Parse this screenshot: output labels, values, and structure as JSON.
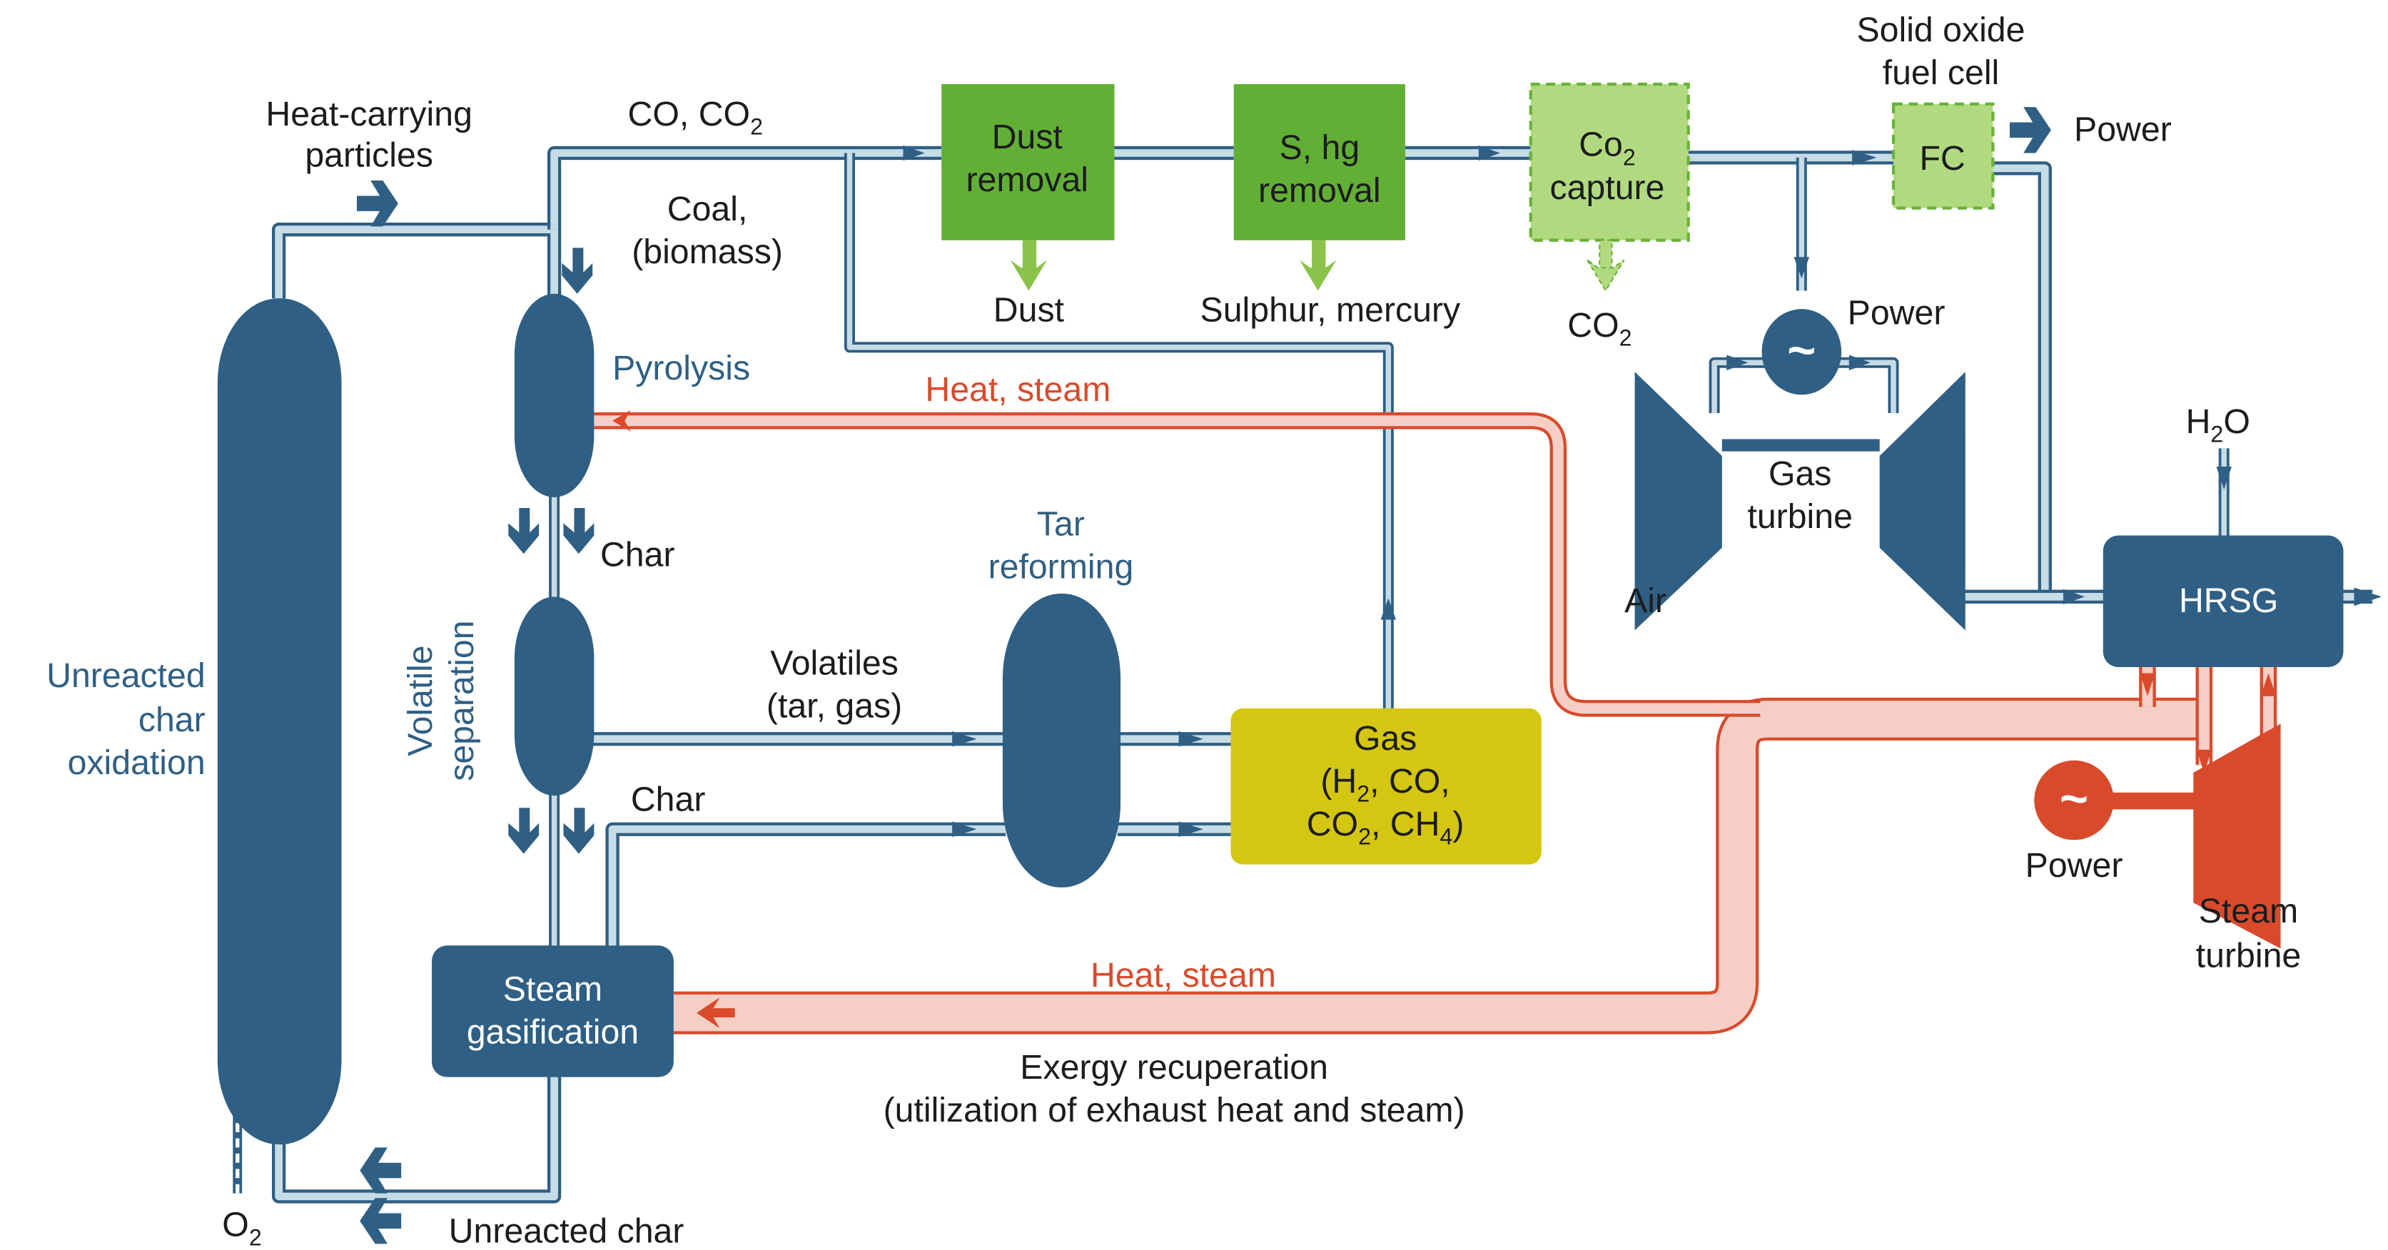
{
  "colors": {
    "process_blue": "#2f5f84",
    "pipe_fill": "#c6dce6",
    "cleaning_green": "#62af36",
    "optional_green": "#b1da80",
    "optional_green_border": "#6ab23a",
    "output_arrow_green": "#8bc34a",
    "gas_yellow": "#d4c611",
    "heat_red": "#d94a2b",
    "heat_pink": "#f5cfc6",
    "text_dark": "#1c1c1c"
  },
  "labels": {
    "heat_carrying": [
      "Heat-carrying",
      "particles"
    ],
    "co_co2": {
      "main": "CO, CO",
      "sub": "2"
    },
    "coal": [
      "Coal,",
      "(biomass)"
    ],
    "pyrolysis": "Pyrolysis",
    "char_top": "Char",
    "char_bottom": "Char",
    "volatile_separation": [
      "Volatile",
      "separation"
    ],
    "unreacted_char_oxidation": [
      "Unreacted",
      "char",
      "oxidation"
    ],
    "tar_reforming": [
      "Tar",
      "reforming"
    ],
    "volatiles": [
      "Volatiles",
      "(tar, gas)"
    ],
    "gas_box": {
      "line1": "Gas",
      "line2_pre": "(H",
      "line2_sub": "2",
      "line2_post": ", CO,",
      "line3_pre": "CO",
      "line3_sub": "2",
      "line3_mid": ", CH",
      "line3_sub2": "4",
      "line3_post": ")"
    },
    "steam_gasification": [
      "Steam",
      "gasification"
    ],
    "unreacted_char": "Unreacted char",
    "o2": {
      "main": "O",
      "sub": "2"
    },
    "heat_steam_top": "Heat, steam",
    "heat_steam_bottom": "Heat, steam",
    "exergy": [
      "Exergy recuperation",
      "(utilization of exhaust heat and steam)"
    ],
    "dust_removal": [
      "Dust",
      "removal"
    ],
    "dust": "Dust",
    "s_hg_removal": [
      "S, hg",
      "removal"
    ],
    "sulphur_mercury": "Sulphur, mercury",
    "co2_capture": {
      "line1_pre": "Co",
      "line1_sub": "2",
      "line2": "capture"
    },
    "co2_out": {
      "main": "CO",
      "sub": "2"
    },
    "sofc": [
      "Solid oxide",
      "fuel cell"
    ],
    "fc": "FC",
    "power_fc": "Power",
    "power_gt": "Power",
    "gas_turbine": [
      "Gas",
      "turbine"
    ],
    "air": "Air",
    "h2o": {
      "pre": "H",
      "sub": "2",
      "post": "O"
    },
    "hrsg": "HRSG",
    "power_st": "Power",
    "steam_turbine": [
      "Steam",
      "turbine"
    ],
    "generator_symbol": "~"
  }
}
